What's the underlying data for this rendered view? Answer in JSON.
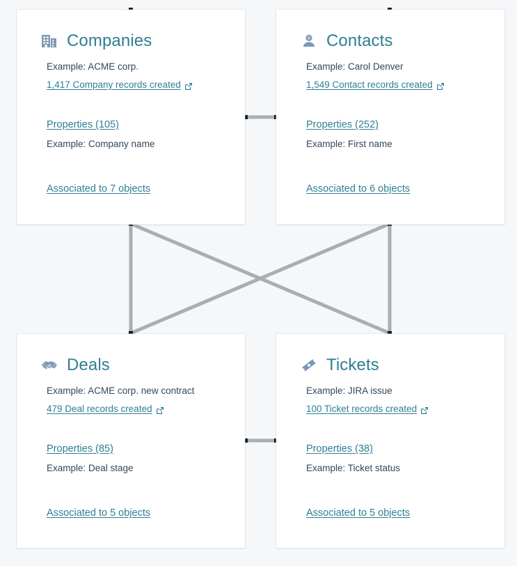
{
  "page": {
    "background_color": "#f5f7f9",
    "card_color": "#ffffff",
    "accent_color": "#2d7f92",
    "text_color": "#33475b",
    "icon_color": "#7c98b6",
    "connector_color": "#a9aeb3",
    "node_color": "#16191c"
  },
  "objects": [
    {
      "key": "companies",
      "icon": "office-building-icon",
      "title": "Companies",
      "example_record": "Example: ACME corp.",
      "records_link": "1,417 Company records created",
      "records_count": "1,417",
      "properties_link": "Properties (105)",
      "properties_count": "105",
      "example_property": "Example: Company name",
      "associations_link": "Associated to 7 objects",
      "associations_count": "7",
      "external_link_icon": "external-link-icon"
    },
    {
      "key": "contacts",
      "icon": "person-icon",
      "title": "Contacts",
      "example_record": "Example: Carol Denver",
      "records_link": "1,549 Contact records created",
      "records_count": "1,549",
      "properties_link": "Properties (252)",
      "properties_count": "252",
      "example_property": "Example: First name",
      "associations_link": "Associated to 6 objects",
      "associations_count": "6",
      "external_link_icon": "external-link-icon"
    },
    {
      "key": "deals",
      "icon": "handshake-icon",
      "title": "Deals",
      "example_record": "Example: ACME corp. new contract",
      "records_link": "479 Deal records created",
      "records_count": "479",
      "properties_link": "Properties (85)",
      "properties_count": "85",
      "example_property": "Example: Deal stage",
      "associations_link": "Associated to 5 objects",
      "associations_count": "5",
      "external_link_icon": "external-link-icon"
    },
    {
      "key": "tickets",
      "icon": "ticket-icon",
      "title": "Tickets",
      "example_record": "Example: JIRA issue",
      "records_link": "100 Ticket records created",
      "records_count": "100",
      "properties_link": "Properties (38)",
      "properties_count": "38",
      "example_property": "Example: Ticket status",
      "associations_link": "Associated to 5 objects",
      "associations_count": "5",
      "external_link_icon": "external-link-icon"
    }
  ],
  "connections": [
    {
      "name": "companies-to-contacts",
      "from": "companies",
      "to": "contacts",
      "style": "horizontal"
    },
    {
      "name": "deals-to-tickets",
      "from": "deals",
      "to": "tickets",
      "style": "horizontal"
    },
    {
      "name": "companies-to-deals",
      "from": "companies",
      "to": "deals",
      "style": "vertical"
    },
    {
      "name": "contacts-to-tickets",
      "from": "contacts",
      "to": "tickets",
      "style": "vertical"
    },
    {
      "name": "companies-to-tickets",
      "from": "companies",
      "to": "tickets",
      "style": "diagonal"
    },
    {
      "name": "contacts-to-deals",
      "from": "contacts",
      "to": "deals",
      "style": "diagonal"
    }
  ]
}
